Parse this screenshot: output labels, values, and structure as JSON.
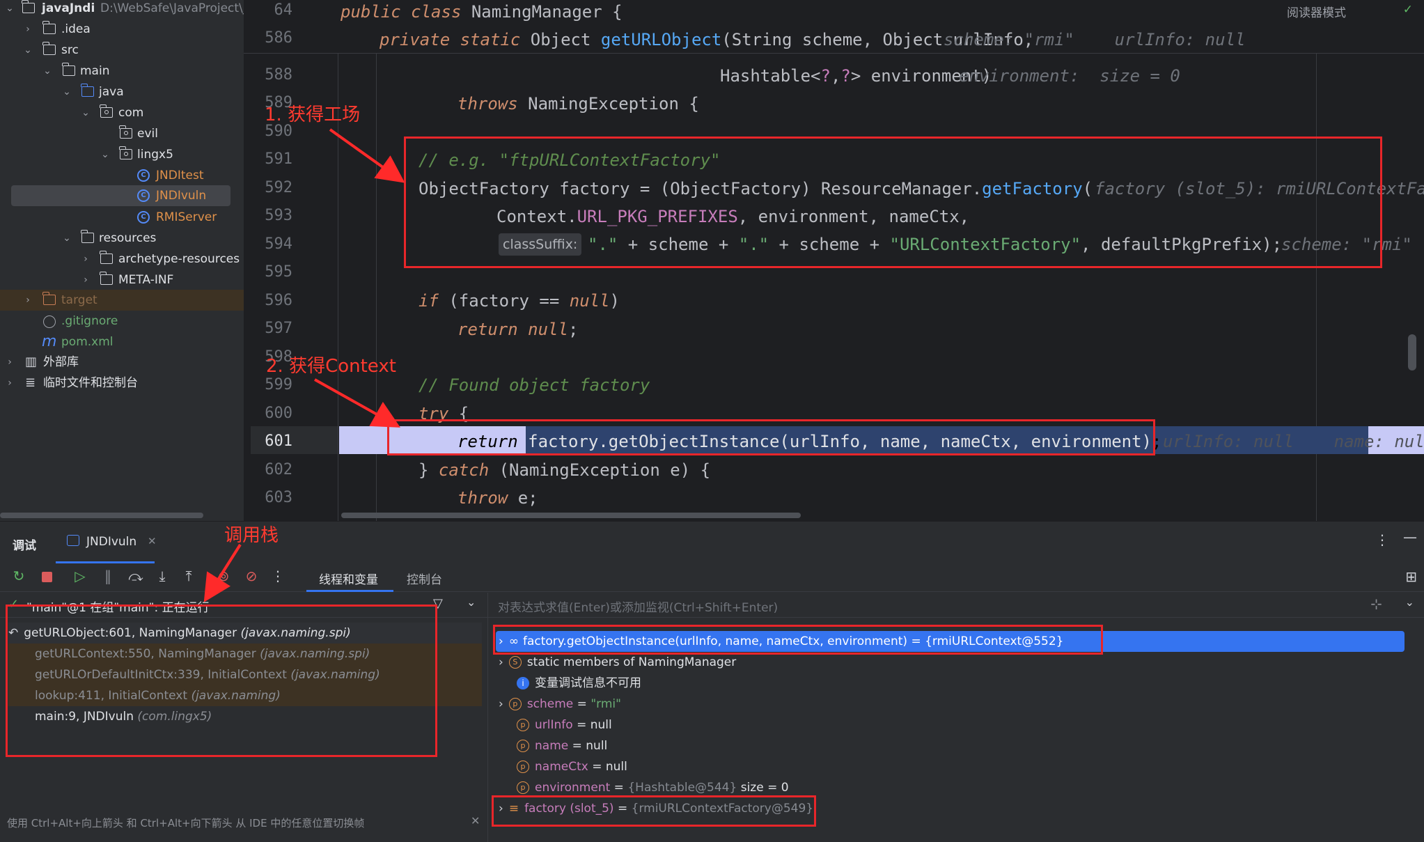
{
  "project": {
    "root_name": "javaJndi",
    "root_path": "D:\\WebSafe\\JavaProject\\j",
    "items": [
      {
        "label": ".idea"
      },
      {
        "label": "src"
      },
      {
        "label": "main"
      },
      {
        "label": "java"
      },
      {
        "label": "com"
      },
      {
        "label": "evil"
      },
      {
        "label": "lingx5"
      },
      {
        "label": "JNDItest"
      },
      {
        "label": "JNDIvuln"
      },
      {
        "label": "RMIServer"
      },
      {
        "label": "resources"
      },
      {
        "label": "archetype-resources"
      },
      {
        "label": "META-INF"
      },
      {
        "label": "target"
      },
      {
        "label": ".gitignore"
      },
      {
        "label": "pom.xml"
      },
      {
        "label": "外部库"
      },
      {
        "label": "临时文件和控制台"
      }
    ]
  },
  "editor": {
    "reader_mode": "阅读器模式",
    "sticky": [
      {
        "ln": "64",
        "code": "public class NamingManager {"
      },
      {
        "ln": "586",
        "code": "private static Object getURLObject(String scheme, Object urlInfo,",
        "hint": "scheme: \"rmi\"    urlInfo: null"
      }
    ],
    "lines": [
      {
        "ln": "588",
        "code": "Hashtable<?,?> environment)",
        "hint": "environment:  size = 0"
      },
      {
        "ln": "589",
        "code": "throws NamingException {"
      },
      {
        "ln": "590",
        "code": ""
      },
      {
        "ln": "591",
        "code": "// e.g. \"ftpURLContextFactory\""
      },
      {
        "ln": "592",
        "code": "ObjectFactory factory = (ObjectFactory) ResourceManager.getFactory(",
        "hint": "factory (slot_5): rmiURLContextFa"
      },
      {
        "ln": "593",
        "code": "Context.URL_PKG_PREFIXES, environment, nameCtx,"
      },
      {
        "ln": "594",
        "param": "classSuffix:",
        "code": "\".\" + scheme + \".\" + scheme + \"URLContextFactory\", defaultPkgPrefix);",
        "hint": "scheme: \"rmi\""
      },
      {
        "ln": "595",
        "code": ""
      },
      {
        "ln": "596",
        "code": "if (factory == null)"
      },
      {
        "ln": "597",
        "code": "return null;"
      },
      {
        "ln": "598",
        "code": ""
      },
      {
        "ln": "599",
        "code": "// Found object factory"
      },
      {
        "ln": "600",
        "code": "try {"
      },
      {
        "ln": "601",
        "code": "return factory.getObjectInstance(urlInfo, name, nameCtx, environment);",
        "hint": "urlInfo: null    name: nul"
      },
      {
        "ln": "602",
        "code": "} catch (NamingException e) {"
      },
      {
        "ln": "603",
        "code": "throw e;"
      }
    ]
  },
  "annotations": {
    "a1": "1. 获得工场",
    "a2": "2. 获得Context",
    "a3": "调用栈"
  },
  "debug": {
    "title": "调试",
    "session_tab": "JNDIvuln",
    "tabs": [
      "线程和变量",
      "控制台"
    ],
    "thread": "\"main\"@1 在组\"main\": 正在运行",
    "frames": [
      {
        "method": "getURLObject:601, NamingManager",
        "pkg": "(javax.naming.spi)"
      },
      {
        "method": "getURLContext:550, NamingManager",
        "pkg": "(javax.naming.spi)"
      },
      {
        "method": "getURLOrDefaultInitCtx:339, InitialContext",
        "pkg": "(javax.naming)"
      },
      {
        "method": "lookup:411, InitialContext",
        "pkg": "(javax.naming)"
      },
      {
        "method": "main:9, JNDIvuln",
        "pkg": "(com.lingx5)"
      }
    ],
    "eval_placeholder": "对表达式求值(Enter)或添加监视(Ctrl+Shift+Enter)",
    "vars": [
      {
        "text": "factory.getObjectInstance(urlInfo, name, nameCtx, environment) = {rmiURLContext@552}"
      },
      {
        "text": "static members of NamingManager"
      },
      {
        "text": "变量调试信息不可用"
      },
      {
        "name": "scheme",
        "val": "\"rmi\""
      },
      {
        "name": "urlInfo",
        "val": "null"
      },
      {
        "name": "name",
        "val": "null"
      },
      {
        "name": "nameCtx",
        "val": "null"
      },
      {
        "name": "environment",
        "val": "{Hashtable@544}",
        "extra": "size = 0"
      },
      {
        "name": "factory (slot_5)",
        "val": "{rmiURLContextFactory@549}"
      }
    ],
    "status_hint": "使用 Ctrl+Alt+向上箭头 和 Ctrl+Alt+向下箭头 从 IDE 中的任意位置切换帧"
  }
}
